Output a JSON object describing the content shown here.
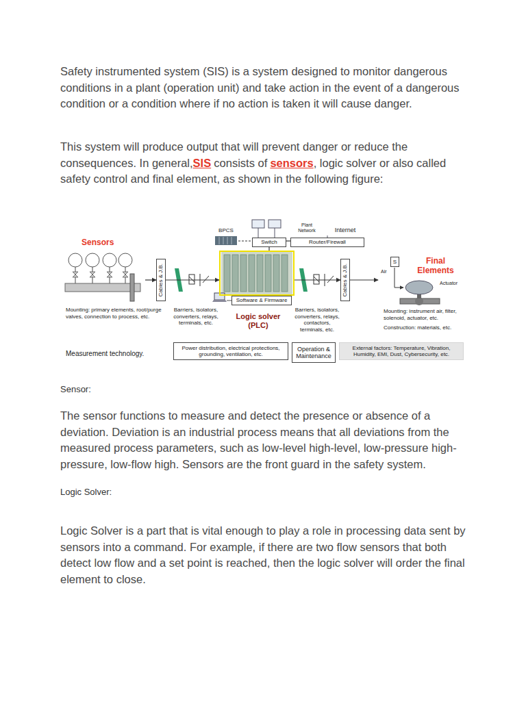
{
  "diagram": {
    "nodes": [
      {
        "text": [
          "Sensors"
        ]
      },
      {
        "text": [
          "Cables & J.B."
        ]
      },
      {
        "text": [
          "BPCS"
        ]
      },
      {
        "text": [
          "Switch"
        ]
      },
      {
        "text": [
          "Router/Firewall"
        ]
      },
      {
        "text": [
          "Logic solver (PLC)"
        ]
      },
      {
        "text": [
          "Software & Firmware"
        ]
      },
      {
        "text": [
          "Cables & J.B."
        ]
      },
      {
        "text": [
          "Final Elements"
        ]
      },
      {
        "text": [
          "S"
        ],
        "in": 8
      },
      {
        "text": [
          "Power distribution, electrical protections, grounding, ventilation, etc."
        ]
      },
      {
        "text": [
          "Operation & Maintenance"
        ]
      },
      {
        "text": [
          "External factors: Temperature, Vibration, Humidity, EMI, Dust, Cybersecurity, etc."
        ]
      }
    ],
    "edges": [
      {
        "from": 0,
        "to": 1,
        "arrow": "to"
      },
      {
        "from": 1,
        "to": 5,
        "arrow": "to"
      },
      {
        "from": 5,
        "to": 7,
        "arrow": "to"
      },
      {
        "from": 7,
        "to": 8,
        "arrow": "to"
      },
      {
        "from": 2,
        "to": 3,
        "arrow": "none"
      },
      {
        "from": 3,
        "to": 4,
        "arrow": "none"
      },
      {
        "from": 3,
        "to": 5,
        "arrow": "none"
      }
    ],
    "labels": [
      "Safety instrumented system (SIS) is a system designed to monitor dangerous conditions in a plant (operation unit) and take action in the event of a dangerous condition or a condition where if no action is taken it will cause danger.",
      "This system will produce output that will prevent danger or reduce the consequences. In general,",
      "SIS",
      "consists of",
      "sensors",
      ", logic solver or also called safety control and final element, as shown in the following figure:",
      "Plant Network",
      "Internet",
      "Barriers, isolators, converters, relays, terminals, etc.",
      "Barriers, isolators, converters, relays, contactors, terminals, etc.",
      "Air",
      "Actuator",
      "Sensor:",
      "The sensor functions to measure and detect the presence or absence of a deviation. Deviation is an industrial process means that all deviations from the measured process parameters, such as low-level high-level, low-pressure high-pressure, low-flow high. Sensors are the front guard in the safety system.",
      "Logic Solver:",
      "Logic Solver is a part that is vital enough to play a role in processing data sent by sensors into a command. For example, if there are two flow sensors that both detect low flow and a set point is reached, then the logic solver will order the final element to close.",
      "Mounting: primary elements, root/purge valves, connection to process, etc.",
      "Measurement technology.",
      "Mounting: instrument air, filter, solenoid, actuator, etc.",
      "Construction: materials, etc."
    ]
  }
}
